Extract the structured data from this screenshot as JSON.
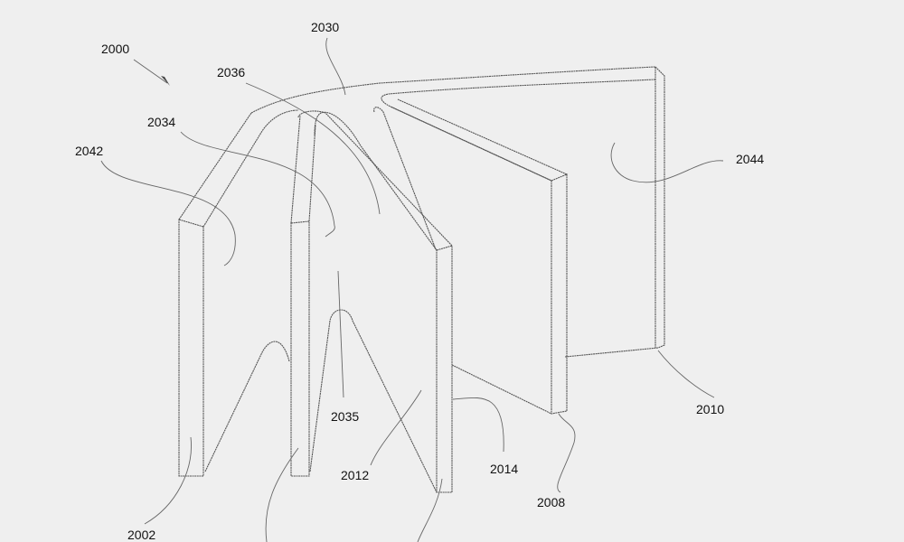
{
  "figure": {
    "assembly_label": "2000",
    "labels": {
      "l2030": "2030",
      "l2036": "2036",
      "l2034": "2034",
      "l2042": "2042",
      "l2044": "2044",
      "l2010": "2010",
      "l2008": "2008",
      "l2014": "2014",
      "l2012": "2012",
      "l2035": "2035",
      "l2002": "2002"
    }
  }
}
